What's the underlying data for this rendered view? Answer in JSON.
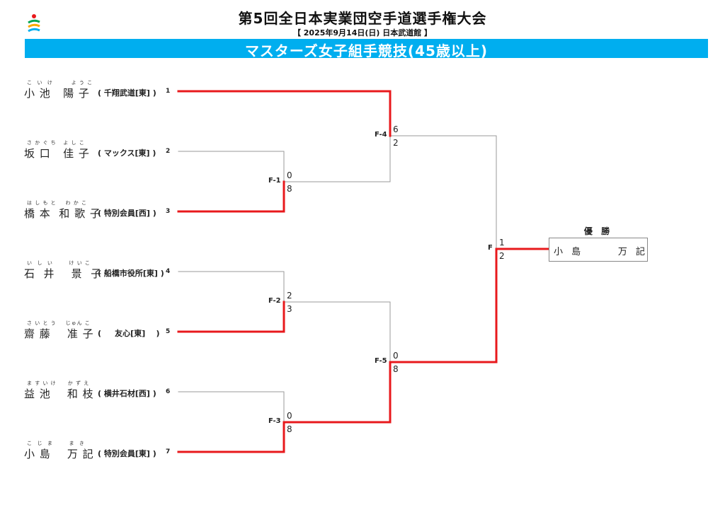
{
  "header": {
    "title": "第5回全日本実業団空手道選手権大会",
    "subtitle": "【 2025年9月14日(日)  日本武道館 】",
    "banner": "マスターズ女子組手競技(45歳以上)"
  },
  "players": [
    {
      "seed": "1",
      "ruby": "こ  い  け        よ う こ",
      "name": "小 池   陽 子",
      "club": "( 千翔武道[東] )"
    },
    {
      "seed": "2",
      "ruby": "さ か ぐ ち   よ し こ",
      "name": "坂 口   佳 子",
      "club": "( マックス[東] )"
    },
    {
      "seed": "3",
      "ruby": "は し も と    わ か こ",
      "name": "橋 本  和 歌 子",
      "club": "( 特別会員[西] )"
    },
    {
      "seed": "4",
      "ruby": "い  し  い       け い こ",
      "name": "石  井    景  子",
      "club": "( 船橋市役所[東] )"
    },
    {
      "seed": "5",
      "ruby": "さ い と う    じゅん こ",
      "name": "齋 藤    准 子",
      "club": "(     友心[東]    )"
    },
    {
      "seed": "6",
      "ruby": "ま す い け     か ず え",
      "name": "益 池    和 枝",
      "club": "( 横井石材[西] )"
    },
    {
      "seed": "7",
      "ruby": "こ  じ  ま       ま  き",
      "name": "小 島    万 記",
      "club": "( 特別会員[東] )"
    }
  ],
  "matches": [
    {
      "label": "F-1",
      "top_score": "0",
      "bottom_score": "8"
    },
    {
      "label": "F-2",
      "top_score": "2",
      "bottom_score": "3"
    },
    {
      "label": "F-3",
      "top_score": "0",
      "bottom_score": "8"
    },
    {
      "label": "F-4",
      "top_score": "6",
      "bottom_score": "2"
    },
    {
      "label": "F-5",
      "top_score": "0",
      "bottom_score": "8"
    },
    {
      "label": "F",
      "top_score": "1",
      "bottom_score": "2"
    }
  ],
  "champion": {
    "title": "優 勝",
    "name": "小 島      万 記"
  },
  "colors": {
    "banner": "#00aeef",
    "winner_line": "#e8191c",
    "loser_line": "#9a9a9a"
  }
}
